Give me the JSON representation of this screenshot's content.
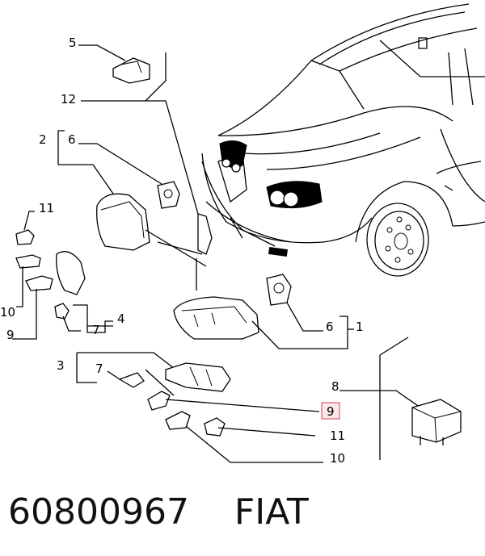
{
  "callouts": {
    "c1": "1",
    "c2": "2",
    "c3": "3",
    "c4": "4",
    "c5": "5",
    "c6a": "6",
    "c6b": "6",
    "c7a": "7",
    "c7b": "7",
    "c8": "8",
    "c9a": "9",
    "c9b": "9",
    "c10a": "10",
    "c10b": "10",
    "c11a": "11",
    "c11b": "11",
    "c12": "12"
  },
  "highlight": {
    "callout": "9",
    "color": "#d9606d"
  },
  "footer": {
    "part_number": "60800967",
    "brand": "FIAT"
  }
}
